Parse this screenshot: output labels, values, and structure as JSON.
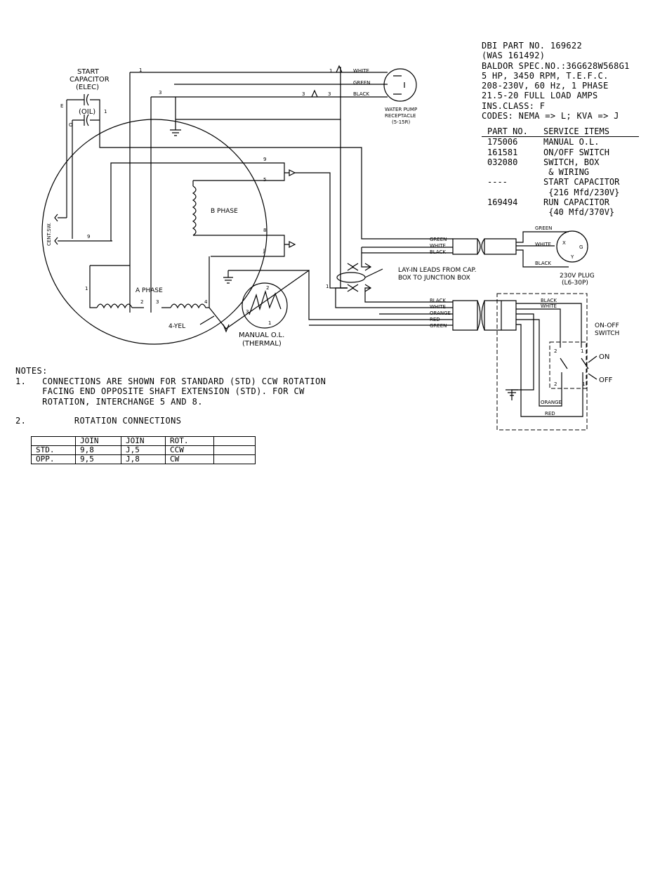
{
  "spec_block": {
    "lines": [
      "DBI PART NO. 169622",
      "(WAS 161492)",
      "BALDOR SPEC.NO.:36G628W568G1",
      "5 HP, 3450 RPM, T.E.F.C.",
      "208-230V, 60 Hz, 1 PHASE",
      "21.5-20 FULL LOAD AMPS",
      "INS.CLASS: F",
      "CODES: NEMA => L; KVA => J"
    ]
  },
  "parts_table": {
    "headers": [
      "PART NO.",
      "SERVICE ITEMS"
    ],
    "rows": [
      {
        "part": "175006",
        "item": "MANUAL O.L."
      },
      {
        "part": "161581",
        "item": "ON/OFF SWITCH"
      },
      {
        "part": "032080",
        "item": "SWITCH, BOX"
      },
      {
        "part": "",
        "item": " & WIRING"
      },
      {
        "part": "----",
        "item": "START CAPACITOR"
      },
      {
        "part": "",
        "item": " {216 Mfd/230V}"
      },
      {
        "part": "169494",
        "item": "RUN CAPACITOR"
      },
      {
        "part": "",
        "item": " {40 Mfd/370V}"
      }
    ]
  },
  "diagram_labels": {
    "start_cap_1": "START",
    "start_cap_2": "CAPACITOR",
    "start_cap_3": "(ELEC)",
    "oil": "(OIL)",
    "cap_e": "E",
    "cap_o": "O",
    "cap_1": "1",
    "wire_1": "1",
    "wire_3": "3",
    "wire_9_top": "9",
    "wire_5": "5",
    "wire_8": "8",
    "wire_j": "J",
    "wire_9_left": "9",
    "wire_1_left": "1",
    "b_phase": "B PHASE",
    "a_phase": "A PHASE",
    "a_2": "2",
    "a_3": "3",
    "a_4": "4",
    "yel": "4-YEL",
    "cent_sw": "CENT.SW.",
    "ol_1": "MANUAL O.L.",
    "ol_2": "(THERMAL)",
    "ol_t1": "1",
    "ol_t2": "2",
    "ol_t3": "3",
    "recept_white": "WHITE",
    "recept_green": "GREEN",
    "recept_black": "BLACK",
    "recept_1": "1",
    "recept_3a": "3",
    "recept_3b": "3",
    "recept_name_1": "WATER PUMP",
    "recept_name_2": "RECEPTACLE",
    "recept_name_3": "(5-15R)",
    "cord1_green": "GREEN",
    "cord1_white": "WHITE",
    "cord1_black": "BLACK",
    "plug_green": "GREEN",
    "plug_white": "WHITE",
    "plug_black": "BLACK",
    "plug_x": "X",
    "plug_y": "Y",
    "plug_g": "G",
    "plug_1": "230V PLUG",
    "plug_2": "(L6-30P)",
    "layin_1": "LAY-IN LEADS FROM CAP.",
    "layin_2": "BOX TO JUNCTION BOX",
    "jb_1": "1",
    "cord2_black": "BLACK",
    "cord2_white": "WHITE",
    "cord2_orange": "ORANGE",
    "cord2_red": "RED",
    "cord2_green": "GREEN",
    "sw_black": "BLACK",
    "sw_white": "WHITE",
    "sw_orange": "ORANGE",
    "sw_red": "RED",
    "sw_title_1": "ON-OFF",
    "sw_title_2": "SWITCH",
    "sw_on": "ON",
    "sw_off": "OFF",
    "sw_2a": "2",
    "sw_1a": "1",
    "sw_2b": "2",
    "sw_1b": "1"
  },
  "notes": {
    "title": "NOTES:",
    "n1_a": "1.   CONNECTIONS ARE SHOWN FOR STANDARD (STD) CCW ROTATION",
    "n1_b": "     FACING END OPPOSITE SHAFT EXTENSION (STD). FOR CW",
    "n1_c": "     ROTATION, INTERCHANGE 5 AND 8.",
    "n2": "2.         ROTATION CONNECTIONS"
  },
  "rotation_table": {
    "rows": [
      [
        "",
        "JOIN",
        "JOIN",
        "ROT.",
        ""
      ],
      [
        "STD.",
        "9,8",
        "J,5",
        "CCW",
        ""
      ],
      [
        "OPP.",
        "9,5",
        "J,8",
        "CW",
        ""
      ]
    ]
  }
}
